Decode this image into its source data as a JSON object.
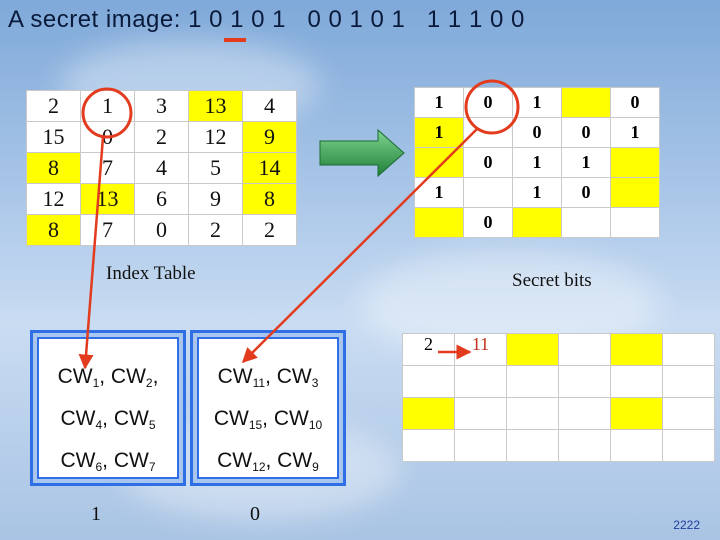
{
  "title": "A secret image: 1 0 1 0 1   0 0 1 0 1   1 1 1 0 0",
  "index_table": {
    "caption": "Index Table",
    "rows": [
      [
        "2",
        "1",
        "3",
        "13",
        "4"
      ],
      [
        "15",
        "0",
        "2",
        "12",
        "9"
      ],
      [
        "8",
        "7",
        "4",
        "5",
        "14"
      ],
      [
        "12",
        "13",
        "6",
        "9",
        "8"
      ],
      [
        "8",
        "7",
        "0",
        "2",
        "2"
      ]
    ]
  },
  "secret_table": {
    "caption": "Secret bits",
    "rows": [
      [
        "1",
        "0",
        "1",
        "",
        "0"
      ],
      [
        "1",
        "",
        "0",
        "0",
        "1"
      ],
      [
        "",
        "0",
        "1",
        "1",
        ""
      ],
      [
        "1",
        "",
        "1",
        "0",
        ""
      ],
      [
        "",
        "0",
        "",
        "",
        ""
      ]
    ]
  },
  "mini_table": {
    "rows": [
      [
        "2",
        "11",
        "",
        "",
        "",
        ""
      ],
      [
        "",
        "",
        "",
        "",
        "",
        ""
      ],
      [
        "",
        "",
        "",
        "",
        "",
        ""
      ],
      [
        "",
        "",
        "",
        "",
        "",
        ""
      ]
    ]
  },
  "cw_boxes": [
    {
      "lines": [
        [
          "CW",
          "1",
          ", CW",
          "2",
          ","
        ],
        [
          "CW",
          "4",
          ", CW",
          "5",
          ""
        ],
        [
          "CW",
          "6",
          ", CW",
          "7",
          ""
        ]
      ],
      "bit": "1"
    },
    {
      "lines": [
        [
          "CW",
          "11",
          ", CW",
          "3",
          ""
        ],
        [
          "CW",
          "15",
          ", CW",
          "10",
          ""
        ],
        [
          "CW",
          "12",
          ", CW",
          "9",
          ""
        ]
      ],
      "bit": "0"
    }
  ],
  "page_number": "2222",
  "colors": {
    "highlight": "#ffff00",
    "circle": "#e23b1e",
    "box": "#2f6fe6",
    "arrow": "#2e9b4a"
  }
}
